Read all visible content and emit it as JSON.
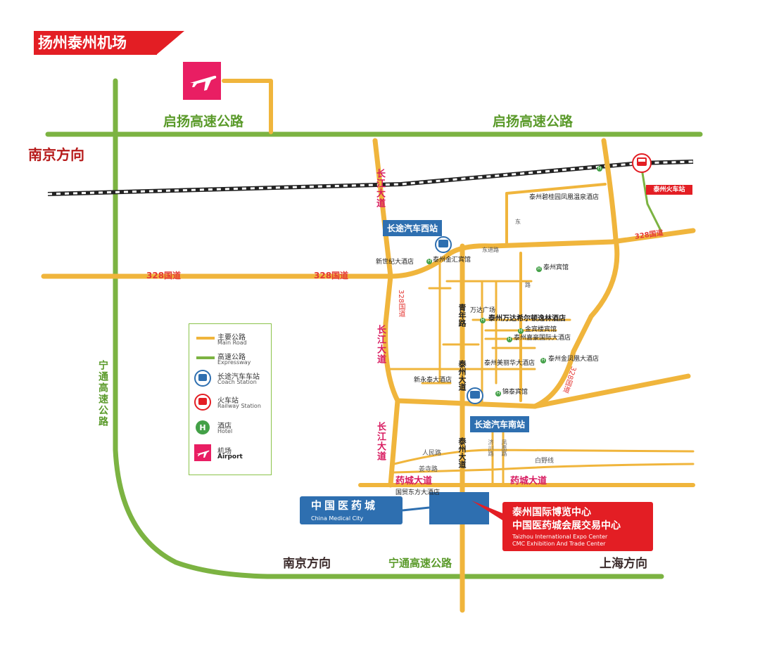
{
  "airport": {
    "name": "扬州泰州机场",
    "icon": "airplane-icon"
  },
  "expressways": {
    "qiyang_left": "启扬高速公路",
    "qiyang_right": "启扬高速公路",
    "ningtong_vertical": "宁通高速公路",
    "ningtong_bottom": "宁通高速公路"
  },
  "directions": {
    "nanjing_top": "南京方向",
    "nanjing_bottom": "南京方向",
    "shanghai": "上海方向"
  },
  "roads": {
    "g328_left": "328国道",
    "g328_mid": "328国道",
    "g328_right": "328国道",
    "g328_lower_right": "328国道",
    "g328_vertical": "328国道",
    "changjiang_1": "长江大道",
    "changjiang_2": "长江大道",
    "changjiang_3": "长江大道",
    "taizhou_1": "泰州大道",
    "taizhou_2": "泰州大道",
    "qingnian": "青年路",
    "yaocheng_left": "药城大道",
    "yaocheng_right": "药城大道",
    "renmin": "人民路",
    "jiangsi": "姜寺路",
    "baiye": "白野线",
    "dongjin": "东进路",
    "jichang": "济川路",
    "fengmei": "凤凰路",
    "dong": "东",
    "lu": "路"
  },
  "stations": {
    "coach_west": "长途汽车西站",
    "coach_south": "长途汽车南站",
    "railway": "泰州火车站"
  },
  "hotels": {
    "biguiyuan": "泰州碧桂园凤凰温泉酒店",
    "xinshiji": "新世纪大酒店",
    "jinhui": "泰州金汇宾馆",
    "taizhou_binguan": "泰州宾馆",
    "wanda_plaza": "万达广场",
    "wanda_hilton": "泰州万达希尔顿逸林酒店",
    "jinbinlou": "金宾楼宾馆",
    "jiahao": "泰州嘉豪国际大酒店",
    "meilihua": "泰州美丽华大酒店",
    "jinfenghuang": "泰州金凤凰大酒店",
    "xinyongtai": "新永泰大酒店",
    "jintai": "锦泰宾馆",
    "guomao": "国贸东方大酒店"
  },
  "venues": {
    "cmc_cn": "中国医药城",
    "cmc_en": "China Medical City",
    "expo_cn_1": "泰州国际博览中心",
    "expo_cn_2": "中国医药城会展交易中心",
    "expo_en_1": "Taizhou International Expo Center",
    "expo_en_2": "CMC Exhibition And Trade Center"
  },
  "legend": {
    "items": [
      {
        "cn": "主要公路",
        "en": "Main Road",
        "icon": "main-road-line-icon"
      },
      {
        "cn": "高速公路",
        "en": "Expressway",
        "icon": "expressway-line-icon"
      },
      {
        "cn": "长途汽车车站",
        "en": "Coach Station",
        "icon": "bus-icon"
      },
      {
        "cn": "火车站",
        "en": "Railway Station",
        "icon": "train-icon"
      },
      {
        "cn": "酒店",
        "en": "Hotel",
        "icon": "hotel-icon"
      },
      {
        "cn": "机场",
        "en": "Airport",
        "icon": "airplane-icon"
      }
    ]
  },
  "colors": {
    "main_road": "#f0b53c",
    "expressway": "#7cb342",
    "railway": "#222222",
    "station_blue": "#2e6fb0",
    "accent_red": "#e31e24",
    "accent_magenta": "#d81b60",
    "hotel_green": "#43a047"
  }
}
